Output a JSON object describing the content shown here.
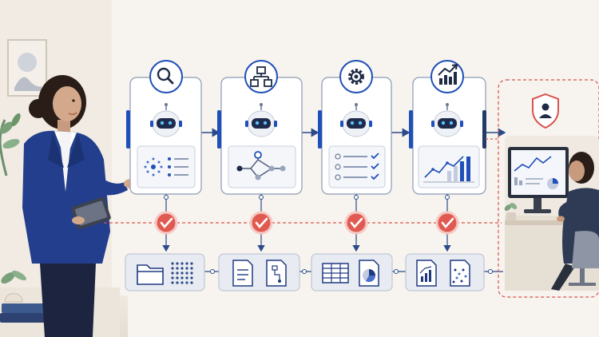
{
  "colors": {
    "background": "#f7f3ee",
    "accent_blue": "#1f4fb8",
    "navy": "#243a66",
    "check_red": "#d9534f",
    "card_border": "#8b9ab5",
    "dashed_red": "#d9534f"
  },
  "stages": [
    {
      "id": "search",
      "icon": "magnifier-icon",
      "panel": "dot-cluster-list"
    },
    {
      "id": "structure",
      "icon": "hierarchy-icon",
      "panel": "node-graph"
    },
    {
      "id": "configure",
      "icon": "gear-icon",
      "panel": "checklist"
    },
    {
      "id": "analyze",
      "icon": "trending-chart-icon",
      "panel": "line-bar-chart"
    }
  ],
  "outputs": [
    {
      "icons": [
        "folder-icon",
        "dot-grid-icon"
      ]
    },
    {
      "icons": [
        "document-list-icon",
        "document-flow-icon"
      ]
    },
    {
      "icons": [
        "table-icon",
        "pie-chart-document-icon"
      ]
    },
    {
      "icons": [
        "bar-chart-document-icon",
        "scatter-document-icon"
      ]
    }
  ],
  "human_review": {
    "icon": "shield-user-icon"
  }
}
